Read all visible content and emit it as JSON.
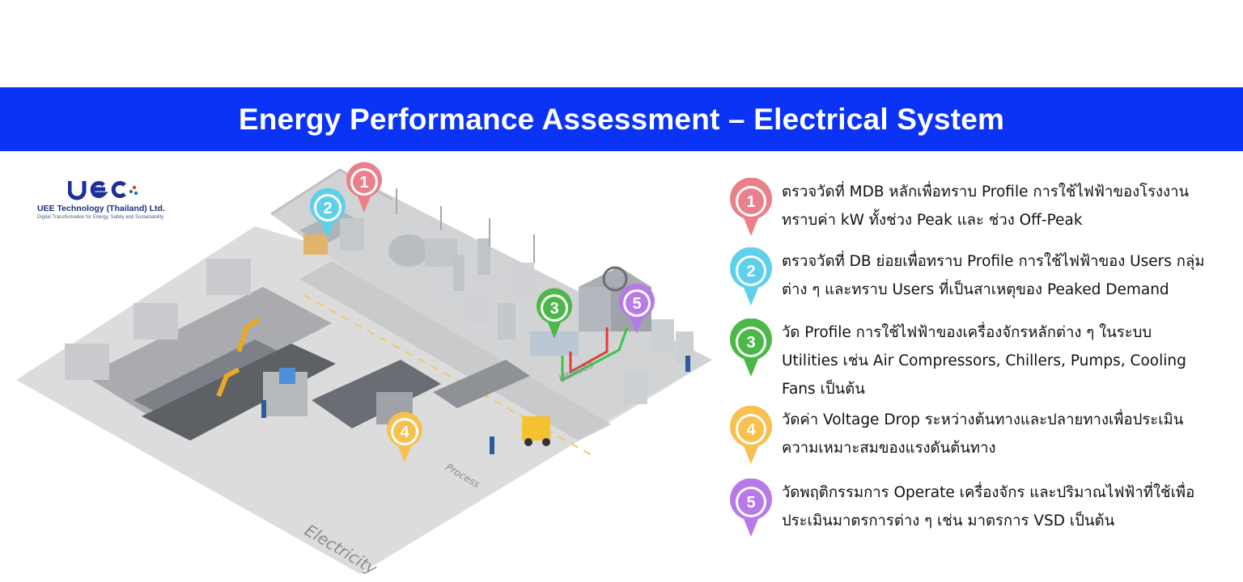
{
  "header": {
    "title": "Energy Performance Assessment – Electrical System"
  },
  "logo": {
    "name": "UEE Technology (Thailand) Ltd.",
    "tagline": "Digital Transformation for Energy, Safety and Sustainability"
  },
  "scene": {
    "labels": {
      "electricity": "Electricity",
      "process": "Process",
      "utilities": "Utilities"
    },
    "markers": [
      {
        "number": "1",
        "color": "#e9808a"
      },
      {
        "number": "2",
        "color": "#5fd0ec"
      },
      {
        "number": "3",
        "color": "#4cb848"
      },
      {
        "number": "4",
        "color": "#f7c04f"
      },
      {
        "number": "5",
        "color": "#b77ae8"
      }
    ]
  },
  "legend": {
    "items": [
      {
        "number": "1",
        "color": "#e9808a",
        "lines": [
          "ตรวจวัดที่ MDB หลักเพื่อทราบ Profile การใช้ไฟฟ้าของโรงงาน",
          "ทราบค่า kW ทั้งช่วง Peak และ ช่วง Off-Peak"
        ]
      },
      {
        "number": "2",
        "color": "#5fd0ec",
        "lines": [
          "ตรวจวัดที่ DB ย่อยเพื่อทราบ Profile การใช้ไฟฟ้าของ Users กลุ่ม",
          "ต่าง ๆ และทราบ Users ที่เป็นสาเหตุของ Peaked Demand"
        ]
      },
      {
        "number": "3",
        "color": "#4cb848",
        "lines": [
          "วัด Profile การใช้ไฟฟ้าของเครื่องจักรหลักต่าง ๆ ในระบบ",
          "Utilities เช่น Air Compressors, Chillers, Pumps, Cooling",
          "Fans เป็นต้น"
        ]
      },
      {
        "number": "4",
        "color": "#f7c04f",
        "lines": [
          "วัดค่า Voltage Drop ระหว่างต้นทางและปลายทางเพื่อประเมิน",
          "ความเหมาะสมของแรงดันต้นทาง"
        ]
      },
      {
        "number": "5",
        "color": "#b77ae8",
        "lines": [
          "วัดพฤติกรรมการ Operate เครื่องจักร และปริมาณไฟฟ้าที่ใช้เพื่อ",
          "ประเมินมาตรการต่าง ๆ เช่น มาตรการ VSD เป็นต้น"
        ]
      }
    ]
  }
}
